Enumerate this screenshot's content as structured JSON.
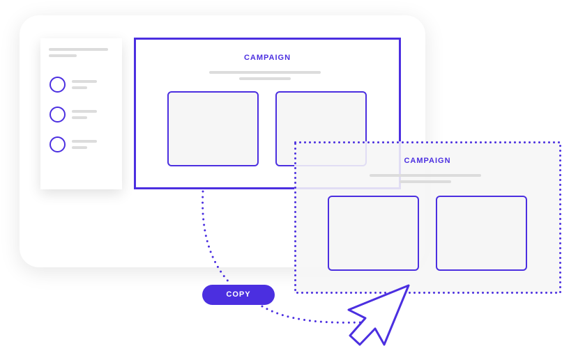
{
  "original": {
    "title": "CAMPAIGN"
  },
  "duplicate": {
    "title": "CAMPAIGN"
  },
  "copy_button": {
    "label": "COPY"
  },
  "colors": {
    "accent": "#4b2fe0",
    "panel": "#f6f6f6"
  }
}
